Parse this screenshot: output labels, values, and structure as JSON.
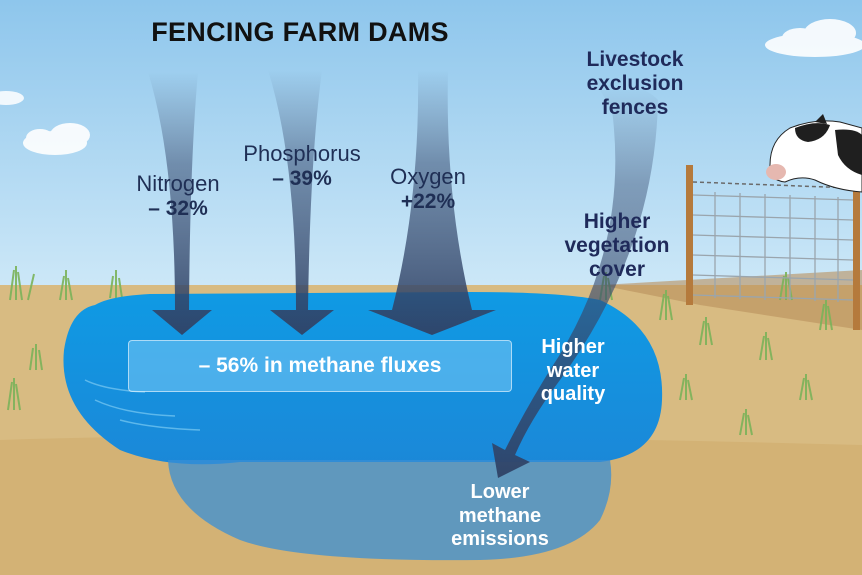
{
  "title": "FENCING FARM DAMS",
  "nutrients": [
    {
      "name": "Nitrogen",
      "value": "– 32%"
    },
    {
      "name": "Phosphorus",
      "value": "– 39%"
    },
    {
      "name": "Oxygen",
      "value": "+22%"
    }
  ],
  "methane_box": "– 56% in methane fluxes",
  "chain": {
    "fences": [
      "Livestock",
      "exclusion",
      "fences"
    ],
    "vegetation": [
      "Higher",
      "vegetation",
      "cover"
    ],
    "water": [
      "Higher",
      "water",
      "quality"
    ],
    "emissions": [
      "Lower",
      "methane",
      "emissions"
    ]
  },
  "colors": {
    "sky": "#a9d6f2",
    "ground": "#d6b87e",
    "dam": "#1a9be0",
    "arrow": "#3b4f73",
    "title_text": "#111111",
    "label_text": "#1f2a5a"
  }
}
